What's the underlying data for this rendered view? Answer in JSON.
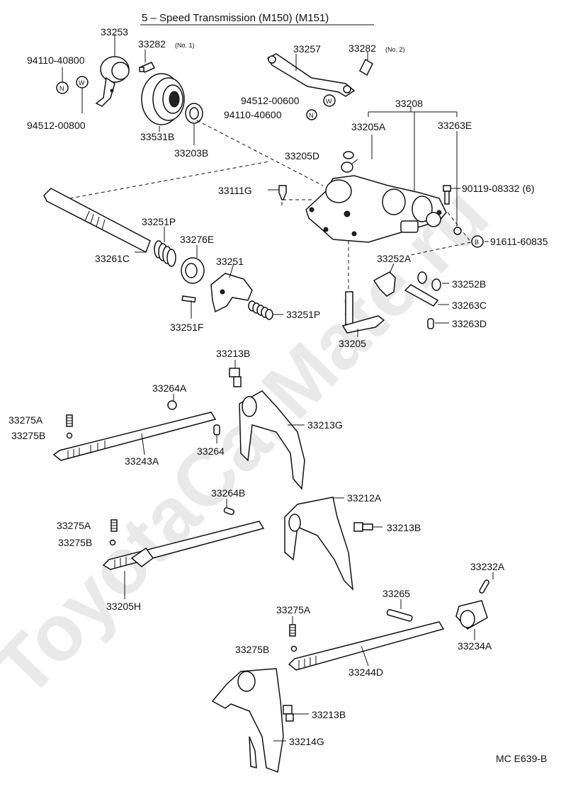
{
  "title": "5 – Speed Transmission (M150) (M151)",
  "watermark": "ToyotaCarMate.ru",
  "footer_code": "MC E639-B",
  "markers": {
    "N": "N",
    "W": "W",
    "B": "B"
  },
  "labels": {
    "p33253": "33253",
    "p33282_1": "33282",
    "p33282_1_note": "(No. 1)",
    "p94110_40800": "94110-40800",
    "p94512_00800": "94512-00800",
    "p33531B": "33531B",
    "p33203B": "33203B",
    "p33257": "33257",
    "p33282_2": "33282",
    "p33282_2_note": "(No. 2)",
    "p94512_00600": "94512-00600",
    "p94110_40600": "94110-40600",
    "p33208": "33208",
    "p33205A": "33205A",
    "p33263E": "33263E",
    "p33205D": "33205D",
    "p33111G": "33111G",
    "p90119": "90119-08332 (6)",
    "p91611": "91611-60835",
    "p33251P_top": "33251P",
    "p33276E": "33276E",
    "p33261C": "33261C",
    "p33251": "33251",
    "p33252A": "33252A",
    "p33252B": "33252B",
    "p33263C": "33263C",
    "p33263D": "33263D",
    "p33251P_bot": "33251P",
    "p33251F": "33251F",
    "p33205": "33205",
    "p33213B_1": "33213B",
    "p33264A": "33264A",
    "p33275A_1": "33275A",
    "p33275B_1": "33275B",
    "p33213G": "33213G",
    "p33264": "33264",
    "p33243A": "33243A",
    "p33264B": "33264B",
    "p33212A": "33212A",
    "p33275A_2": "33275A",
    "p33213B_2": "33213B",
    "p33275B_2": "33275B",
    "p33205H": "33205H",
    "p33232A": "33232A",
    "p33265": "33265",
    "p33275A_3": "33275A",
    "p33234A": "33234A",
    "p33275B_3": "33275B",
    "p33244D": "33244D",
    "p33213B_3": "33213B",
    "p33214G": "33214G"
  }
}
